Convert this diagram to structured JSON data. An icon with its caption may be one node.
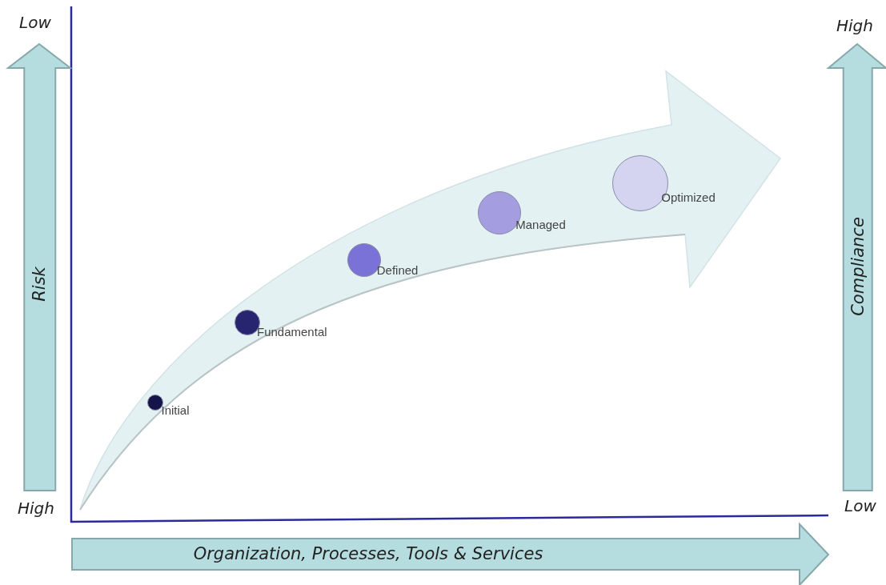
{
  "diagram": {
    "nodes": [
      {
        "text": [
          "Risk"
        ]
      },
      {
        "text": [],
        "shape": "arrow"
      },
      {
        "text": [],
        "shape": "circle",
        "beside": [
          "Initial"
        ],
        "in": 1
      },
      {
        "text": [],
        "shape": "circle",
        "beside": [
          "Fundamental"
        ],
        "in": 1
      },
      {
        "text": [],
        "shape": "circle",
        "beside": [
          "Defined"
        ],
        "in": 1
      },
      {
        "text": [],
        "shape": "circle",
        "beside": [
          "Managed"
        ],
        "in": 1
      },
      {
        "text": [],
        "shape": "circle",
        "beside": [
          "Optimized"
        ],
        "in": 1
      },
      {
        "text": [
          "Compliance"
        ]
      },
      {
        "text": [
          "Organization, Processes, Tools & Services"
        ]
      }
    ],
    "labels": [
      "Low",
      "High",
      "High",
      "Low"
    ]
  }
}
